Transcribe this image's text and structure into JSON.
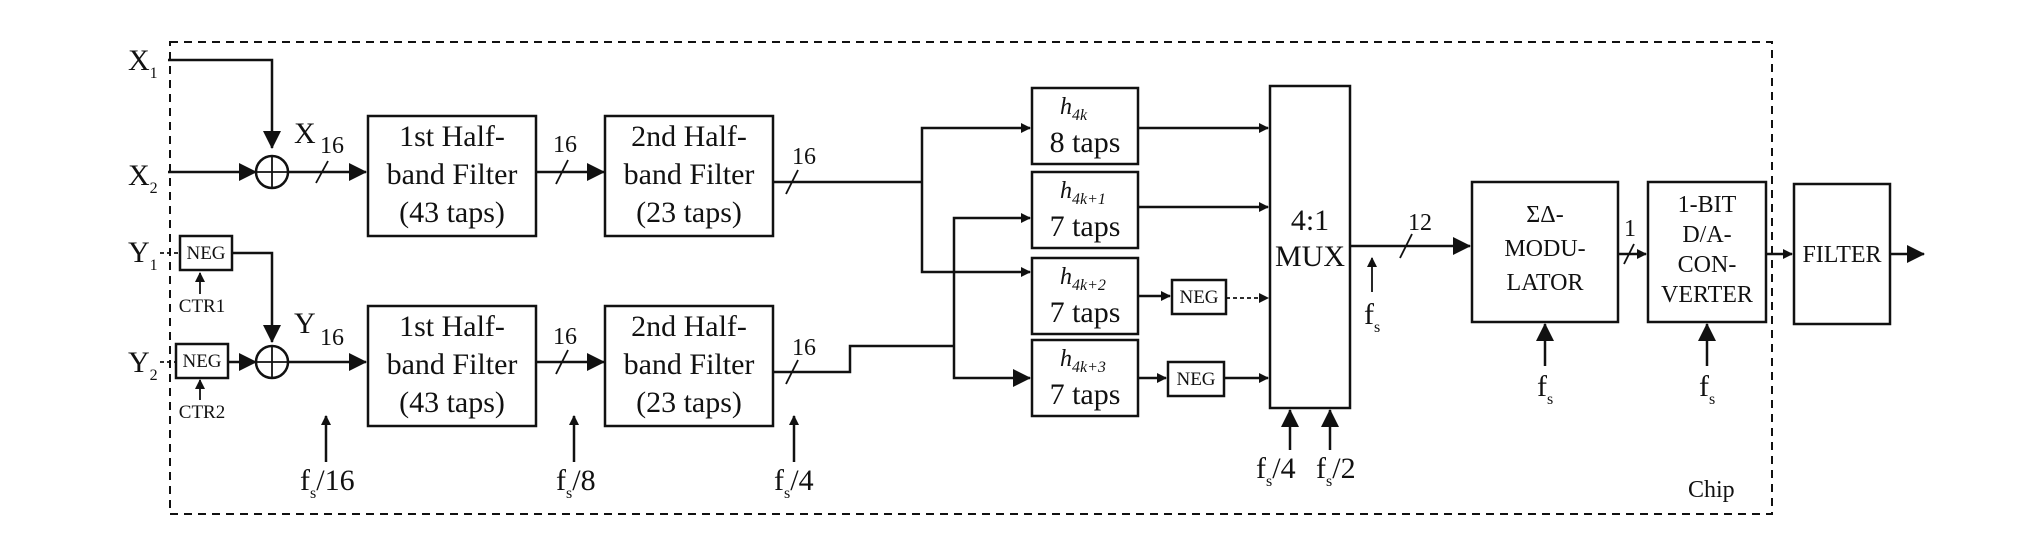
{
  "diagram": {
    "chip_label": "Chip",
    "inputs": {
      "x1": "X",
      "x1_sub": "1",
      "x2": "X",
      "x2_sub": "2",
      "y1": "Y",
      "y1_sub": "1",
      "y2": "Y",
      "y2_sub": "2"
    },
    "sum_labels": {
      "x": "X",
      "y": "Y"
    },
    "neg_blocks": [
      "NEG",
      "NEG",
      "NEG",
      "NEG"
    ],
    "ctr_labels": [
      "CTR1",
      "CTR2"
    ],
    "bus_widths": [
      "16",
      "16",
      "16",
      "16",
      "16",
      "16",
      "12",
      "1"
    ],
    "x_path": {
      "filter1": [
        "1st Half-",
        "band Filter",
        "(43 taps)"
      ],
      "filter2": [
        "2nd Half-",
        "band Filter",
        "(23 taps)"
      ]
    },
    "y_path": {
      "filter1": [
        "1st Half-",
        "band Filter",
        "(43 taps)"
      ],
      "filter2": [
        "2nd Half-",
        "band Filter",
        "(23 taps)"
      ]
    },
    "polyphase": [
      {
        "h": "h",
        "sub": "4k",
        "taps": "8 taps"
      },
      {
        "h": "h",
        "sub": "4k+1",
        "taps": "7 taps"
      },
      {
        "h": "h",
        "sub": "4k+2",
        "taps": "7 taps"
      },
      {
        "h": "h",
        "sub": "4k+3",
        "taps": "7 taps"
      }
    ],
    "mux": [
      "4:1",
      "MUX"
    ],
    "modulator": [
      "ΣΔ-",
      "MODU-",
      "LATOR"
    ],
    "dac": [
      "1-BIT",
      "D/A-",
      "CON-",
      "VERTER"
    ],
    "filter_out": "FILTER",
    "clocks": {
      "fs16": {
        "f": "f",
        "sub": "s",
        "div": "/16"
      },
      "fs8": {
        "f": "f",
        "sub": "s",
        "div": "/8"
      },
      "fs4": {
        "f": "f",
        "sub": "s",
        "div": "/4"
      },
      "mux_fs4": {
        "f": "f",
        "sub": "s",
        "div": "/4"
      },
      "mux_fs2": {
        "f": "f",
        "sub": "s",
        "div": "/2"
      },
      "fs_mux_out": {
        "f": "f",
        "sub": "s",
        "div": ""
      },
      "fs_mod": {
        "f": "f",
        "sub": "s",
        "div": ""
      },
      "fs_dac": {
        "f": "f",
        "sub": "s",
        "div": ""
      }
    }
  }
}
